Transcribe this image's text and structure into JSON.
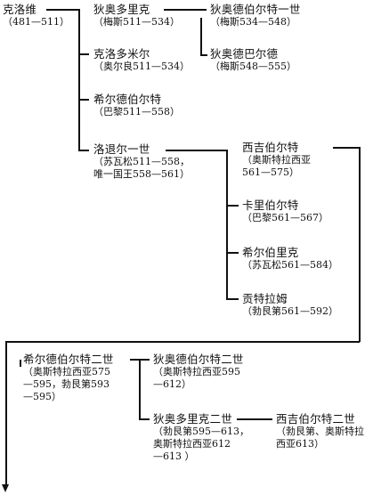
{
  "nodes": [
    {
      "id": "clovis",
      "name": "克洛维",
      "lines": [
        "（481—511）"
      ]
    },
    {
      "id": "theuderic1",
      "name": "狄奥多里克",
      "lines": [
        "（梅斯511—534）"
      ]
    },
    {
      "id": "theudebert1",
      "name": "狄奥德伯尔特一世",
      "lines": [
        "（梅斯534—548）"
      ]
    },
    {
      "id": "theudebald",
      "name": "狄奥德巴尔德",
      "lines": [
        "（梅斯548—555）"
      ]
    },
    {
      "id": "chlodomer",
      "name": "克洛多米尔",
      "lines": [
        "（奥尔良511—534）"
      ]
    },
    {
      "id": "childebert1",
      "name": "希尔德伯尔特",
      "lines": [
        "（巴黎511—558）"
      ]
    },
    {
      "id": "chlothar1",
      "name": "洛退尔一世",
      "lines": [
        "（苏瓦松511—558，",
        "唯一国王558—561）"
      ]
    },
    {
      "id": "sigebert1",
      "name": "西吉伯尔特",
      "lines": [
        "（奥斯特拉西亚",
        "561—575）"
      ]
    },
    {
      "id": "charibert1",
      "name": "卡里伯尔特",
      "lines": [
        "（巴黎561—567）"
      ]
    },
    {
      "id": "chilperic1",
      "name": "希尔伯里克",
      "lines": [
        "（苏瓦松561—584）"
      ]
    },
    {
      "id": "guntram",
      "name": "贡特拉姆",
      "lines": [
        "（勃艮第561—592）"
      ]
    },
    {
      "id": "childebert2",
      "name": "希尔德伯尔特二世",
      "lines": [
        "（奥斯特拉西亚575",
        "—595，勃艮第593",
        "—595）"
      ]
    },
    {
      "id": "theudebert2",
      "name": "狄奥德伯尔特二世",
      "lines": [
        "（奥斯特拉西亚595",
        "—612）"
      ]
    },
    {
      "id": "theuderic2",
      "name": "狄奥多里克二世",
      "lines": [
        "（勃艮第595—613，",
        "奥斯特拉西亚612",
        "—613 ）"
      ]
    },
    {
      "id": "sigebert2",
      "name": "西吉伯尔特二世",
      "lines": [
        "（勃艮第、奥斯特拉",
        "西亚613）"
      ]
    }
  ]
}
